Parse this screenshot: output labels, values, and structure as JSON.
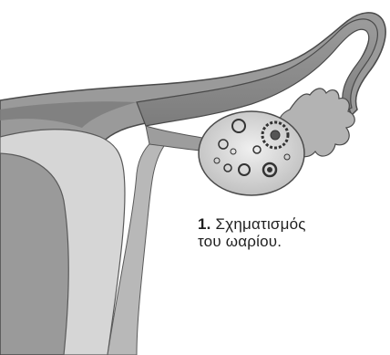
{
  "caption": {
    "number": "1.",
    "line1": "Σχηματισμός",
    "line2": "του ωαρίου."
  },
  "colors": {
    "tissue_dark": "#8f8f8f",
    "tissue_mid": "#a9a9a9",
    "tissue_light": "#c9c9c9",
    "lumen": "#d8d8d8",
    "outline": "#4a4a4a",
    "background": "#ffffff"
  }
}
